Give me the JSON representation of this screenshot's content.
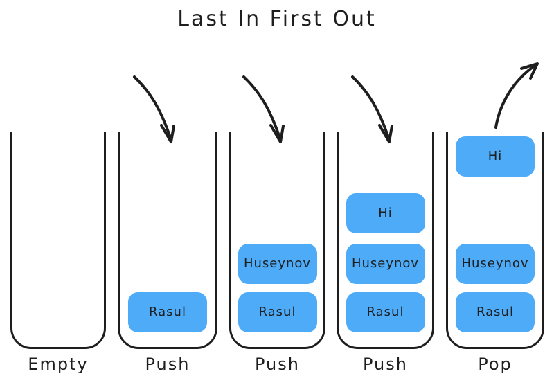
{
  "title": "Last In First Out",
  "colors": {
    "background": "#ffffff",
    "stroke": "#1e1e1e",
    "block_fill": "#4dabf7",
    "text": "#1e1e1e"
  },
  "stages": [
    {
      "label": "Empty",
      "blocks": []
    },
    {
      "label": "Push",
      "blocks": [
        "Rasul"
      ]
    },
    {
      "label": "Push",
      "blocks": [
        "Rasul",
        "Huseynov"
      ]
    },
    {
      "label": "Push",
      "blocks": [
        "Rasul",
        "Huseynov",
        "Hi"
      ]
    },
    {
      "label": "Pop",
      "blocks": [
        "Rasul",
        "Huseynov",
        "Hi"
      ]
    }
  ],
  "arrows": [
    {
      "name": "push-arrow-1",
      "meaning": "push into stack 2"
    },
    {
      "name": "push-arrow-2",
      "meaning": "push into stack 3"
    },
    {
      "name": "push-arrow-3",
      "meaning": "push into stack 4"
    },
    {
      "name": "pop-arrow",
      "meaning": "pop out of stack 5"
    }
  ]
}
